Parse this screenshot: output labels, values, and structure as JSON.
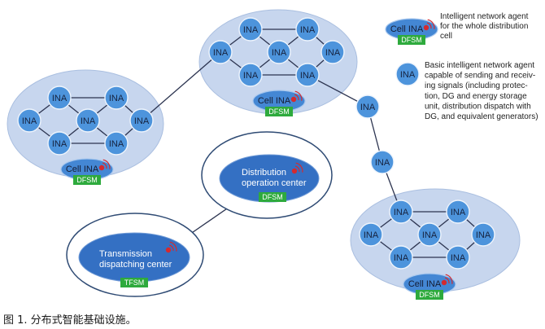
{
  "clusters": [
    {
      "nodes": [
        "INA",
        "INA",
        "INA",
        "INA",
        "INA",
        "INA",
        "INA"
      ],
      "cell_label": "Cell INA",
      "cell_tag": "DFSM"
    },
    {
      "nodes": [
        "INA",
        "INA",
        "INA",
        "INA",
        "INA",
        "INA",
        "INA"
      ],
      "cell_label": "Cell INA",
      "cell_tag": "DFSM"
    },
    {
      "nodes": [
        "INA",
        "INA",
        "INA",
        "INA",
        "INA",
        "INA",
        "INA"
      ],
      "cell_label": "Cell INA",
      "cell_tag": "DFSM"
    }
  ],
  "relay_nodes": [
    "INA",
    "INA"
  ],
  "distribution_center": {
    "lines": [
      "Distribution",
      "operation center"
    ],
    "tag": "DFSM"
  },
  "transmission_center": {
    "lines": [
      "Transmission",
      "dispatching center"
    ],
    "tag": "TFSM"
  },
  "legend": {
    "cell_agent": {
      "label": "Cell INA",
      "tag": "DFSM",
      "description": [
        "Intelligent network agent",
        "for the whole distribution",
        "cell"
      ]
    },
    "basic_agent": {
      "label": "INA",
      "description": [
        "Basic intelligent network agent",
        "capable of sending and receiv-",
        "ing signals (including protec-",
        "tion, DG and energy storage",
        "unit, distribution dispatch with",
        "DG, and equivalent generators)"
      ]
    }
  },
  "caption": "图 1. 分布式智能基础设施。",
  "colors": {
    "cluster_area": "#c7d6ee",
    "agent_node": "#4d94dc",
    "cell_agent": "#4487d4",
    "control_center": "#3470c3",
    "fsm_tag": "#2eaa3d",
    "signal": "#d42a2f",
    "link": "#2c3450"
  }
}
